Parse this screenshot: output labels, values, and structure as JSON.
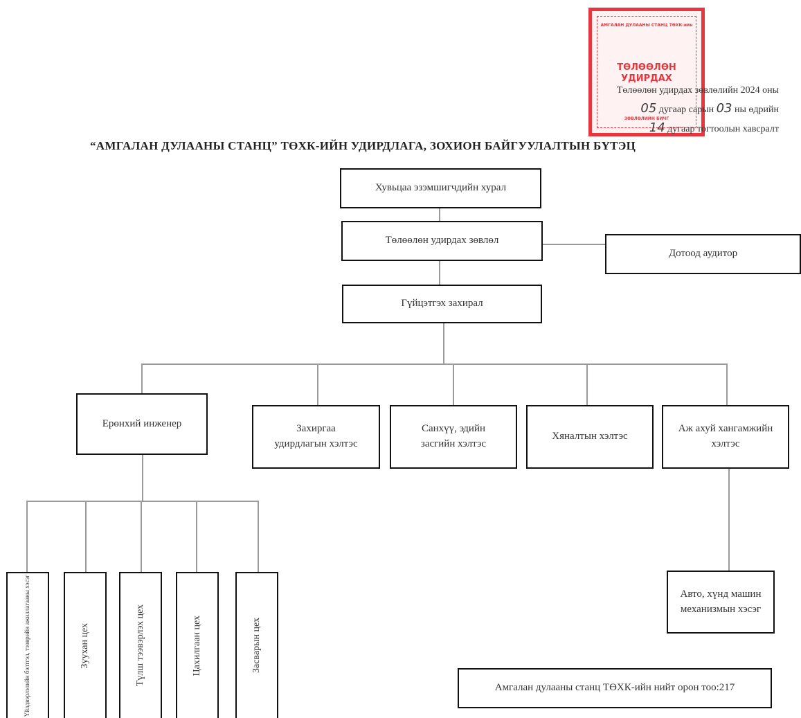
{
  "stamp": {
    "org": "АМГАЛАН ДУЛААНЫ СТАНЦ ТӨХК-ийн",
    "title_line1": "ТӨЛӨӨЛӨН",
    "title_line2": "УДИРДАХ",
    "bottom_text": "ЗӨВЛӨЛИЙН БИЧГ"
  },
  "approval": {
    "line1": "Төлөөлөн удирдах зөвлөлийн 2024 оны",
    "month_hand": "05",
    "line2": "дугаар сарын",
    "day_hand": "03",
    "line2_end": "ны өдрийн",
    "num_hand": "14",
    "line3": "дугаар тогтоолын хавсралт"
  },
  "title": "“АМГАЛАН ДУЛААНЫ СТАНЦ” ТӨХК-ИЙН УДИРДЛАГА, ЗОХИОН БАЙГУУЛАЛТЫН БҮТЭЦ",
  "nodes": {
    "shareholders": "Хувьцаа эзэмшигчдийн хурал",
    "board": "Төлөөлөн удирдах зөвлөл",
    "auditor": "Дотоод аудитор",
    "ceo": "Гүйцэтгэх захирал",
    "chief_engineer": "Ерөнхий инженер",
    "admin_dept": "Захиргаа удирдлагын хэлтэс",
    "finance_dept": "Санхүү, эдийн засгийн хэлтэс",
    "control_dept": "Хяналтын хэлтэс",
    "supply_dept": "Аж ахуй хангамжийн хэлтэс",
    "sub1": "Үйлдвэрлэлийн бэлтгэл, тээврийн ажиллагааны хэсэг",
    "sub2": "Зуухан цех",
    "sub3": "Түлш тээвэрлэх цех",
    "sub4": "Цахилгаан цех",
    "sub5": "Засварын цех",
    "auto_unit": "Авто, хүнд машин механизмын хэсэг",
    "headcount": "Амгалан дулааны станц ТӨХК-ийн нийт орон тоо:217"
  }
}
